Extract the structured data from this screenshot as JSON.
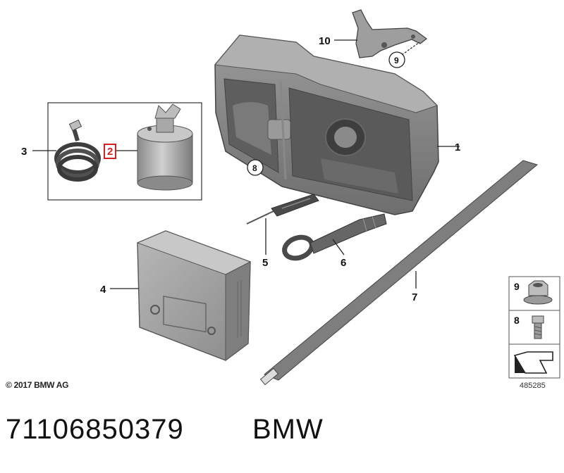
{
  "callouts": {
    "c1": "1",
    "c2": "2",
    "c3": "3",
    "c4": "4",
    "c5": "5",
    "c6": "6",
    "c7": "7",
    "c8": "8",
    "c9": "9",
    "c10": "10"
  },
  "legend": {
    "item9": "9",
    "item8": "8"
  },
  "copyright": "© 2017 BMW AG",
  "diagram_id": "485285",
  "part_number": "71106850379",
  "brand": "BMW",
  "colors": {
    "highlight": "#d42020",
    "part_fill": "#8e8e8e",
    "part_shadow": "#5c5c5c"
  }
}
